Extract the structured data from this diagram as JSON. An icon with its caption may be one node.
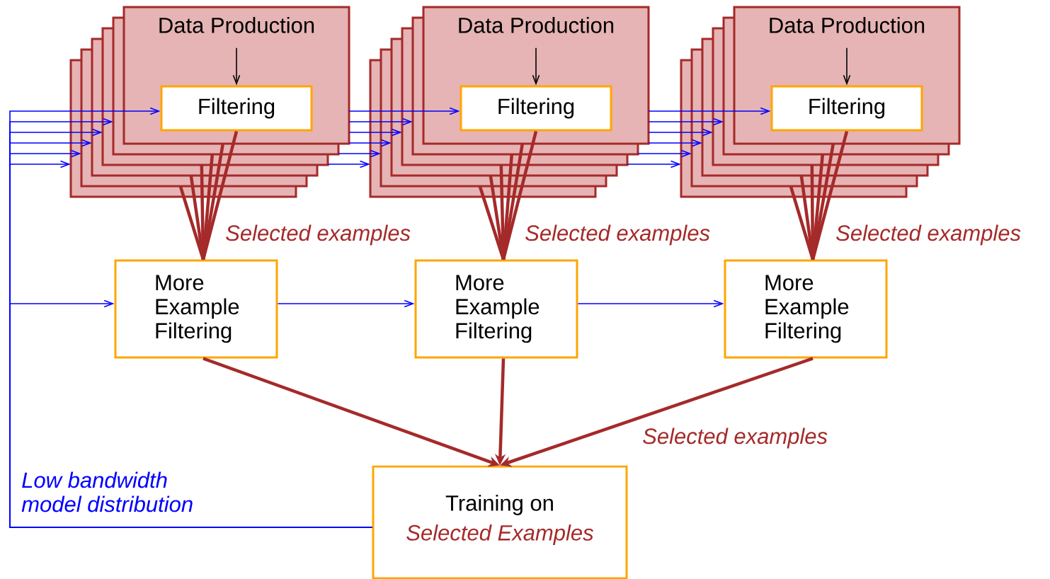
{
  "diagram": {
    "nodes": [
      {
        "text": [
          "Data Production"
        ]
      },
      {
        "text": [
          "Filtering"
        ],
        "in": 0
      },
      {
        "text": [
          "Data Production"
        ]
      },
      {
        "text": [
          "Filtering"
        ],
        "in": 2
      },
      {
        "text": [
          "Data Production"
        ]
      },
      {
        "text": [
          "Filtering"
        ],
        "in": 4
      },
      {
        "text": [
          "More Example Filtering"
        ]
      },
      {
        "text": [
          "More Example Filtering"
        ]
      },
      {
        "text": [
          "More Example Filtering"
        ]
      },
      {
        "text": [
          "Training on",
          "Selected Examples"
        ]
      }
    ],
    "edges": [
      {
        "from": 0,
        "to": 1,
        "arrow": "to",
        "color": "#000000"
      },
      {
        "from": 1,
        "to": 6,
        "arrow": "none",
        "style": "thick",
        "color": "#a52a2a"
      },
      {
        "from": 0,
        "to": 6,
        "arrow": "none",
        "style": "thick",
        "color": "#a52a2a"
      },
      {
        "from": 0,
        "to": 6,
        "arrow": "none",
        "style": "thick",
        "color": "#a52a2a"
      },
      {
        "from": 0,
        "to": 6,
        "arrow": "none",
        "style": "thick",
        "color": "#a52a2a"
      },
      {
        "from": 0,
        "to": 6,
        "arrow": "none",
        "style": "thick",
        "color": "#a52a2a"
      },
      {
        "from": 0,
        "to": 6,
        "arrow": "none",
        "style": "thick",
        "color": "#a52a2a"
      },
      {
        "from": 2,
        "to": 3,
        "arrow": "to",
        "color": "#000000"
      },
      {
        "from": 3,
        "to": 7,
        "arrow": "none",
        "style": "thick",
        "color": "#a52a2a"
      },
      {
        "from": 2,
        "to": 7,
        "arrow": "none",
        "style": "thick",
        "color": "#a52a2a"
      },
      {
        "from": 2,
        "to": 7,
        "arrow": "none",
        "style": "thick",
        "color": "#a52a2a"
      },
      {
        "from": 2,
        "to": 7,
        "arrow": "none",
        "style": "thick",
        "color": "#a52a2a"
      },
      {
        "from": 2,
        "to": 7,
        "arrow": "none",
        "style": "thick",
        "color": "#a52a2a"
      },
      {
        "from": 2,
        "to": 7,
        "arrow": "none",
        "style": "thick",
        "color": "#a52a2a"
      },
      {
        "from": 4,
        "to": 5,
        "arrow": "to",
        "color": "#000000"
      },
      {
        "from": 5,
        "to": 8,
        "arrow": "none",
        "style": "thick",
        "color": "#a52a2a"
      },
      {
        "from": 4,
        "to": 8,
        "arrow": "none",
        "style": "thick",
        "color": "#a52a2a"
      },
      {
        "from": 4,
        "to": 8,
        "arrow": "none",
        "style": "thick",
        "color": "#a52a2a"
      },
      {
        "from": 4,
        "to": 8,
        "arrow": "none",
        "style": "thick",
        "color": "#a52a2a"
      },
      {
        "from": 4,
        "to": 8,
        "arrow": "none",
        "style": "thick",
        "color": "#a52a2a"
      },
      {
        "from": 4,
        "to": 8,
        "arrow": "none",
        "style": "thick",
        "color": "#a52a2a"
      },
      {
        "from": 6,
        "to": 9,
        "arrow": "to",
        "style": "thick",
        "color": "#a52a2a"
      },
      {
        "from": 7,
        "to": 9,
        "arrow": "to",
        "style": "thick",
        "color": "#a52a2a"
      },
      {
        "from": 8,
        "to": 9,
        "arrow": "to",
        "style": "thick",
        "color": "#a52a2a"
      },
      {
        "from": 9,
        "to": 1,
        "arrow": "to",
        "color": "#0000ff"
      },
      {
        "from": 9,
        "to": 0,
        "arrow": "to",
        "color": "#0000ff"
      },
      {
        "from": 9,
        "to": 0,
        "arrow": "to",
        "color": "#0000ff"
      },
      {
        "from": 9,
        "to": 0,
        "arrow": "to",
        "color": "#0000ff"
      },
      {
        "from": 9,
        "to": 0,
        "arrow": "to",
        "color": "#0000ff"
      },
      {
        "from": 9,
        "to": 0,
        "arrow": "to",
        "color": "#0000ff"
      },
      {
        "from": 9,
        "to": 6,
        "arrow": "to",
        "color": "#0000ff"
      },
      {
        "from": 0,
        "to": 3,
        "arrow": "to",
        "color": "#0000ff"
      },
      {
        "from": 0,
        "to": 2,
        "arrow": "to",
        "color": "#0000ff"
      },
      {
        "from": 0,
        "to": 2,
        "arrow": "to",
        "color": "#0000ff"
      },
      {
        "from": 0,
        "to": 2,
        "arrow": "to",
        "color": "#0000ff"
      },
      {
        "from": 0,
        "to": 2,
        "arrow": "to",
        "color": "#0000ff"
      },
      {
        "from": 0,
        "to": 2,
        "arrow": "to",
        "color": "#0000ff"
      },
      {
        "from": 2,
        "to": 5,
        "arrow": "to",
        "color": "#0000ff"
      },
      {
        "from": 2,
        "to": 4,
        "arrow": "to",
        "color": "#0000ff"
      },
      {
        "from": 2,
        "to": 4,
        "arrow": "to",
        "color": "#0000ff"
      },
      {
        "from": 2,
        "to": 4,
        "arrow": "to",
        "color": "#0000ff"
      },
      {
        "from": 2,
        "to": 4,
        "arrow": "to",
        "color": "#0000ff"
      },
      {
        "from": 2,
        "to": 4,
        "arrow": "to",
        "color": "#0000ff"
      },
      {
        "from": 6,
        "to": 7,
        "arrow": "to",
        "color": "#0000ff"
      },
      {
        "from": 7,
        "to": 8,
        "arrow": "to",
        "color": "#0000ff"
      }
    ],
    "labels": [
      "Selected examples",
      "Selected examples",
      "Selected examples",
      "Selected examples",
      "Low bandwidth model distribution"
    ]
  }
}
